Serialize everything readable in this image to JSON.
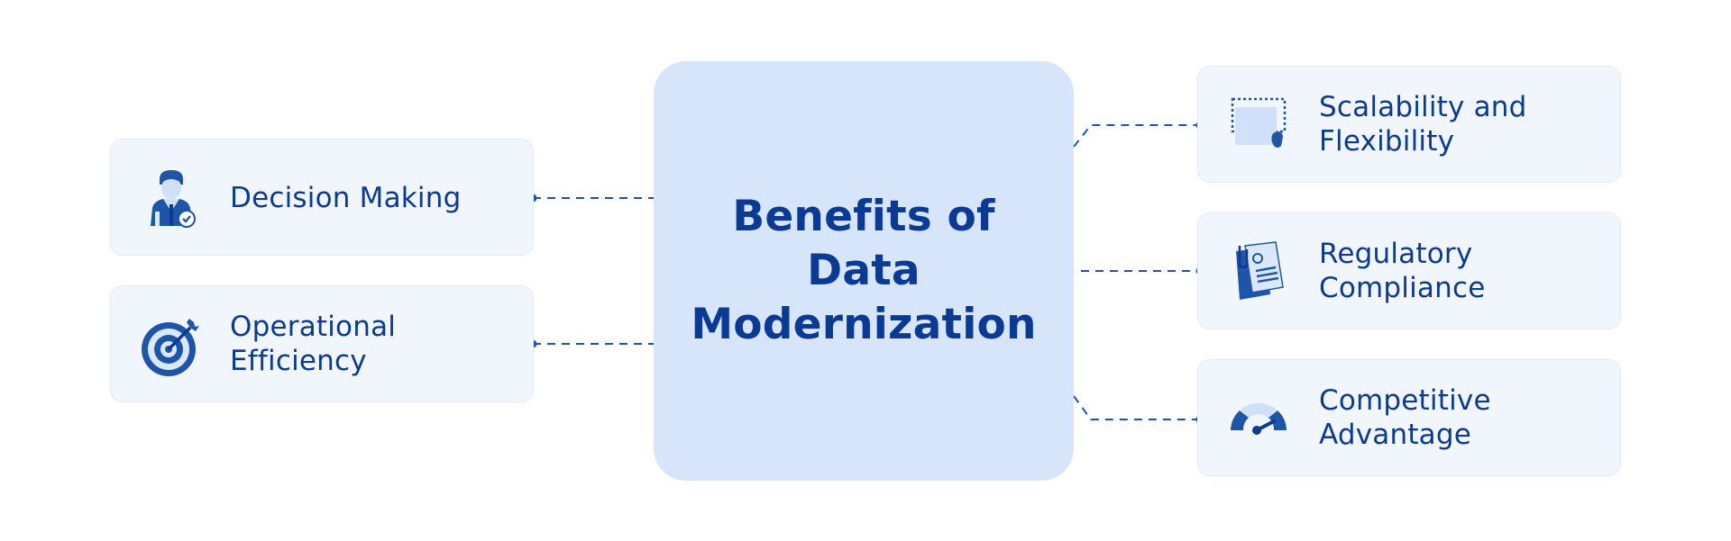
{
  "diagram": {
    "title": "Benefits of Data Modernization",
    "left_items": [
      {
        "label": "Decision Making",
        "icon": "businessman-check-icon"
      },
      {
        "label": "Operational Efficiency",
        "icon": "target-dart-icon"
      }
    ],
    "right_items": [
      {
        "label": "Scalability and Flexibility",
        "icon": "resize-scale-icon"
      },
      {
        "label": "Regulatory Compliance",
        "icon": "clipboard-document-icon"
      },
      {
        "label": "Competitive Advantage",
        "icon": "speedometer-gauge-icon"
      }
    ],
    "colors": {
      "accent": "#0a3a94",
      "center_fill": "#d7e5fa",
      "card_fill": "#f1f6fd",
      "connector": "#1f55a8"
    }
  }
}
